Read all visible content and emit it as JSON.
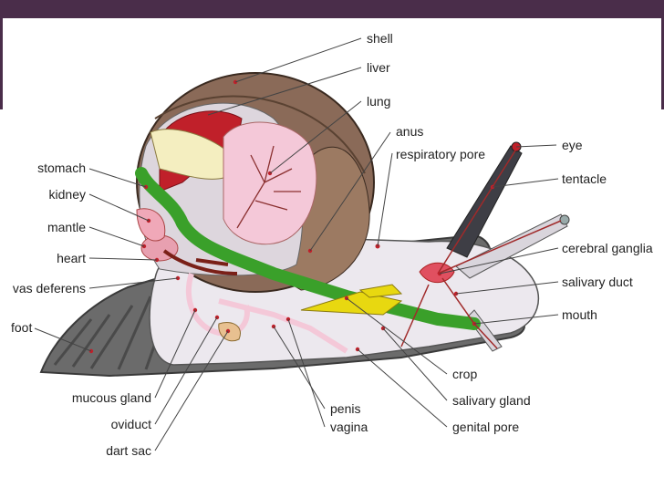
{
  "labels": {
    "shell": "shell",
    "liver": "liver",
    "lung": "lung",
    "anus": "anus",
    "respiratory_pore": "respiratory pore",
    "eye": "eye",
    "tentacle": "tentacle",
    "cerebral_ganglia": "cerebral ganglia",
    "salivary_duct": "salivary duct",
    "mouth": "mouth",
    "stomach": "stomach",
    "kidney": "kidney",
    "mantle": "mantle",
    "heart": "heart",
    "vas_deferens": "vas deferens",
    "foot": "foot",
    "mucous_gland": "mucous gland",
    "oviduct": "oviduct",
    "dart_sac": "dart sac",
    "penis": "penis",
    "vagina": "vagina",
    "crop": "crop",
    "salivary_gland": "salivary gland",
    "genital_pore": "genital pore"
  },
  "colors": {
    "frame": "#4a2d4a",
    "foot": "#6a6a6a",
    "shell": "#8a6a58",
    "body": "#e8e4e8",
    "liver": "#c0202a",
    "lung": "#f4c8d8",
    "gut": "#3aa02a",
    "salivary": "#e8d810",
    "vessel": "#7a2018"
  }
}
